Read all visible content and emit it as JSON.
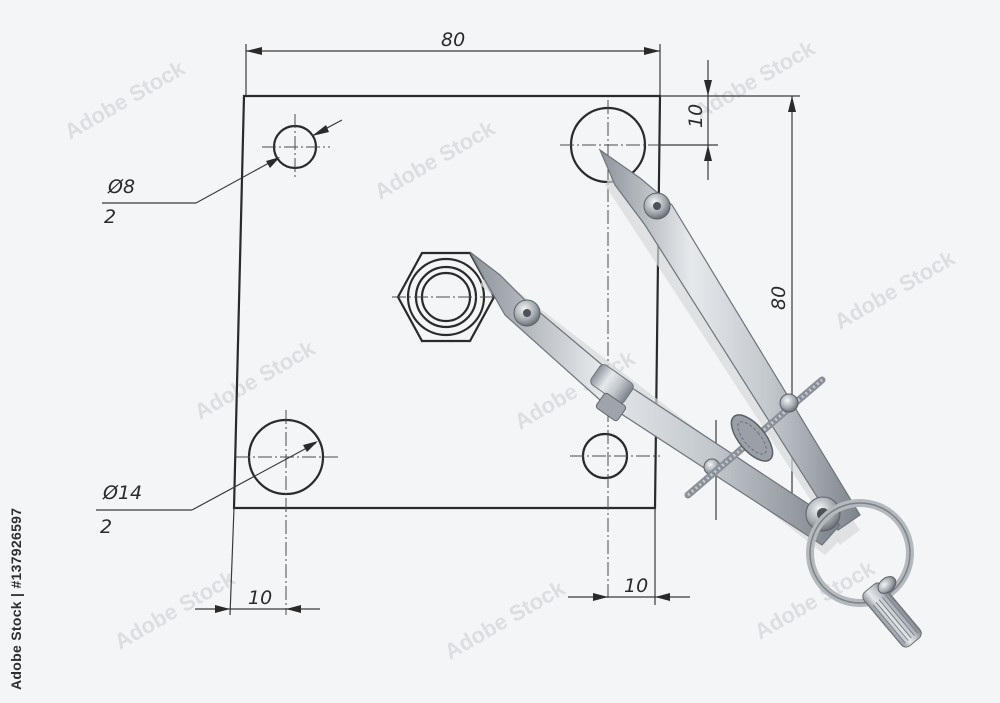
{
  "drawing": {
    "dim_top_width": "80",
    "dim_right_height": "80",
    "dim_top_right_offset": "10",
    "dim_bottom_left_offset": "10",
    "dim_bottom_right_offset": "10",
    "small_hole_diameter": "Ø8",
    "small_hole_count": "2",
    "large_hole_diameter": "Ø14",
    "large_hole_count": "2"
  },
  "watermark": {
    "text": "Adobe Stock"
  },
  "stock_id": "Adobe Stock | #137926597",
  "colors": {
    "paper": "#f4f5f6",
    "ink": "#2a2a2a",
    "metal": "#b9bec4"
  }
}
